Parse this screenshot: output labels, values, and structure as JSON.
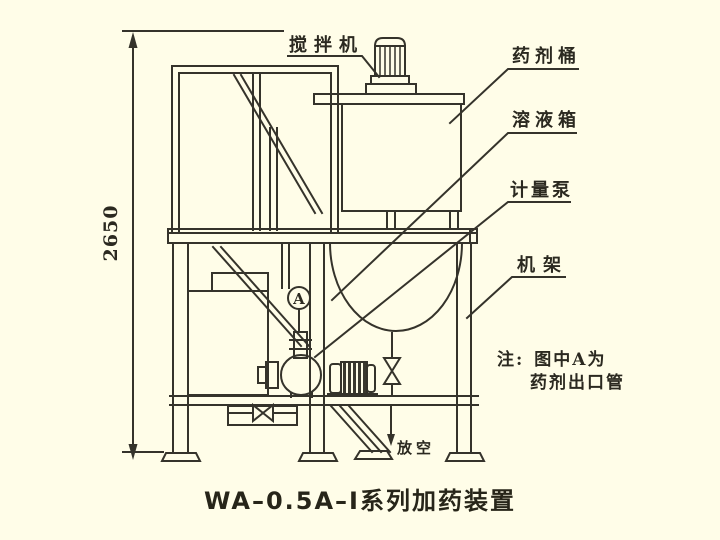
{
  "figure": {
    "caption": "WA–0.5A–I系列加药装置",
    "dimension_label": "2650",
    "marker_letter": "A",
    "labels": {
      "agitator": "搅拌机",
      "chemical_barrel": "药剂桶",
      "solution_tank": "溶液箱",
      "metering_pump": "计量泵",
      "frame": "机架",
      "vent": "放空"
    },
    "note": {
      "prefix": "注:",
      "line1": "图中A为",
      "line2": "药剂出口管"
    },
    "colors": {
      "background": "#fffde8",
      "line": "#35332b",
      "text": "#2b2920"
    }
  }
}
